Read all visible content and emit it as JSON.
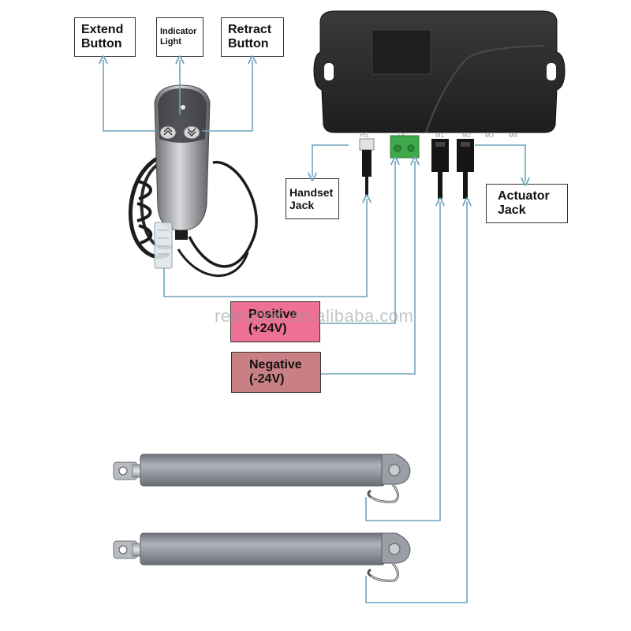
{
  "labels": {
    "extend": [
      "Extend",
      "Button"
    ],
    "indicator": [
      "Indicator",
      "Light"
    ],
    "retract": [
      "Retract",
      "Button"
    ],
    "handset_jack": [
      "Handset",
      "Jack"
    ],
    "actuator_jack": [
      "Actuator",
      "Jack"
    ],
    "positive": [
      "Positive",
      "(+24V)"
    ],
    "negative": [
      "Negative",
      "(-24V)"
    ]
  },
  "port_labels": [
    "HS",
    "DC",
    "M1",
    "M2",
    "M3",
    "M4"
  ],
  "watermark": "remotion.en.alibaba.com",
  "colors": {
    "connector_line": "#6fa4bf",
    "control_box": "#2b2b2b",
    "actuator_body": "#8a8e96",
    "terminal_green": "#3fa84a",
    "positive_fill": "#ef7095",
    "negative_fill": "#c98084"
  }
}
